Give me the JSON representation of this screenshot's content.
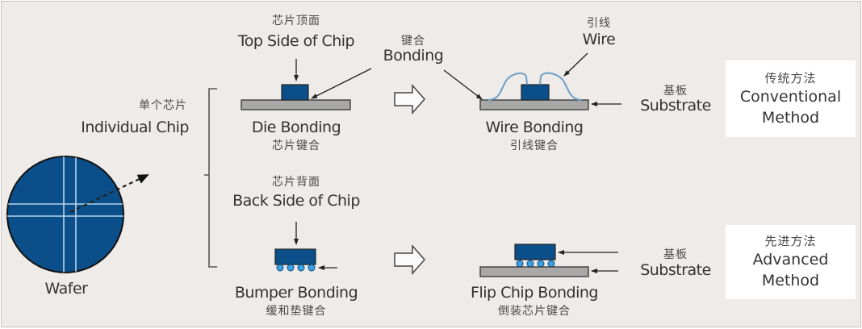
{
  "colors": {
    "background": "#eeebe8",
    "chip": "#0b4f8a",
    "substrate": "#a8a8a8",
    "wire": "#6d9fc6",
    "bump": "#3aa0e0",
    "box": "#ffffff"
  },
  "wafer": {
    "label": "Wafer",
    "individual_chip_zh": "单个芯片",
    "individual_chip_en": "Individual Chip"
  },
  "top_side": {
    "zh": "芯片顶面",
    "en": "Top Side of Chip"
  },
  "back_side": {
    "zh": "芯片背面",
    "en": "Back Side of Chip"
  },
  "bonding_callout": {
    "zh": "键合",
    "en": "Bonding"
  },
  "wire_callout": {
    "zh": "引线",
    "en": "Wire"
  },
  "die_bonding": {
    "en": "Die Bonding",
    "zh": "芯片键合"
  },
  "wire_bonding": {
    "en": "Wire Bonding",
    "zh": "引线键合"
  },
  "bumper_bonding": {
    "en": "Bumper Bonding",
    "zh": "缓和垫键合"
  },
  "flip_chip_bonding": {
    "en": "Flip Chip Bonding",
    "zh": "倒装芯片键合"
  },
  "substrate_top": {
    "zh": "基板",
    "en": "Substrate"
  },
  "substrate_bottom": {
    "zh": "基板",
    "en": "Substrate"
  },
  "conventional": {
    "zh": "传统方法",
    "line1": "Conventional",
    "line2": "Method"
  },
  "advanced": {
    "zh": "先进方法",
    "line1": "Advanced",
    "line2": "Method"
  }
}
